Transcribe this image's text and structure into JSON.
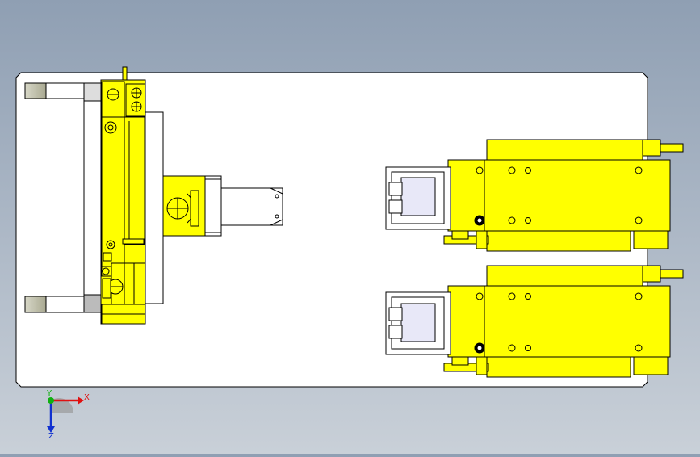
{
  "viewport": {
    "background_top": "#8f9fb3",
    "background_bottom": "#c9d0d8",
    "plate_color": "#ffffff",
    "part_color": "#ffff00",
    "edge_color": "#000000"
  },
  "triad": {
    "x_label": "X",
    "y_label": "Y",
    "z_label": "Z",
    "x_color": "#e01010",
    "y_color": "#10b010",
    "z_color": "#1030d0"
  },
  "assembly": {
    "left_gripper": "linear-slide-gripper",
    "right_units": [
      "pneumatic-cylinder-top",
      "pneumatic-cylinder-bottom"
    ]
  }
}
